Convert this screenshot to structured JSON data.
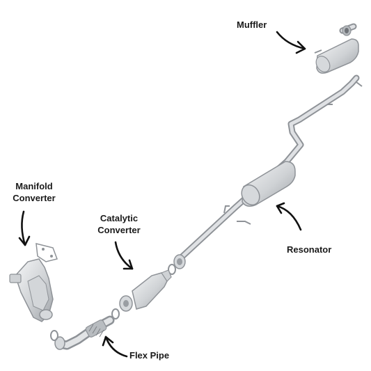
{
  "labels": {
    "muffler": "Muffler",
    "manifold_line1": "Manifold",
    "manifold_line2": "Converter",
    "catalytic_line1": "Catalytic",
    "catalytic_line2": "Converter",
    "resonator": "Resonator",
    "flex_pipe": "Flex Pipe"
  },
  "colors": {
    "text": "#1a1a1a",
    "arrow": "#111111",
    "metal_light": "#e4e6e8",
    "metal_mid": "#c3c6ca",
    "metal_dark": "#8e9297",
    "background": "#ffffff"
  }
}
